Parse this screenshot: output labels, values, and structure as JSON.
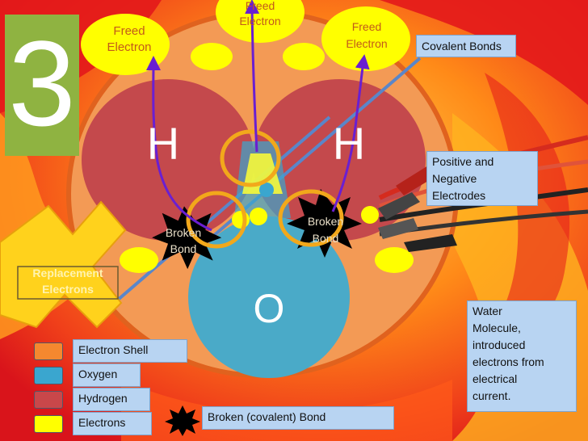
{
  "slide_number": "3",
  "atoms": {
    "hydrogen_left": "H",
    "hydrogen_right": "H",
    "oxygen": "O"
  },
  "freed_electron_labels": [
    "Freed\nElectron",
    "Freed\nElectron",
    "Freed\nElectron"
  ],
  "broken_bond_labels": [
    "Broken\nBond",
    "Broken\nBond"
  ],
  "replacement_label": "Replacement\nElectrons",
  "callouts": {
    "covalent_bonds": "Covalent Bonds",
    "electrodes": "Positive and\nNegative\nElectrodes",
    "water_molecule": "Water\nMolecule,\nintroduced\nelectrons from\nelectrical\ncurrent."
  },
  "legend": [
    {
      "label": "Electron Shell",
      "color": "#f5882f"
    },
    {
      "label": "Oxygen",
      "color": "#3aa6cf"
    },
    {
      "label": "Hydrogen",
      "color": "#c9474a"
    },
    {
      "label": "Electrons",
      "color": "#ffff00"
    }
  ],
  "legend_bond": "Broken (covalent) Bond",
  "colors": {
    "background_orange": "#ff7a1a",
    "background_red": "#e8141b",
    "background_yellow": "#ffd41c",
    "shell": "#f39a55",
    "hydrogen": "#c4494c",
    "oxygen": "#4aaac8",
    "electron": "#ffff33",
    "ring": "#f2a81b",
    "arrow": "#6a1fd1",
    "bond_line": "#5a86c9",
    "slide_badge": "#8fb341"
  }
}
